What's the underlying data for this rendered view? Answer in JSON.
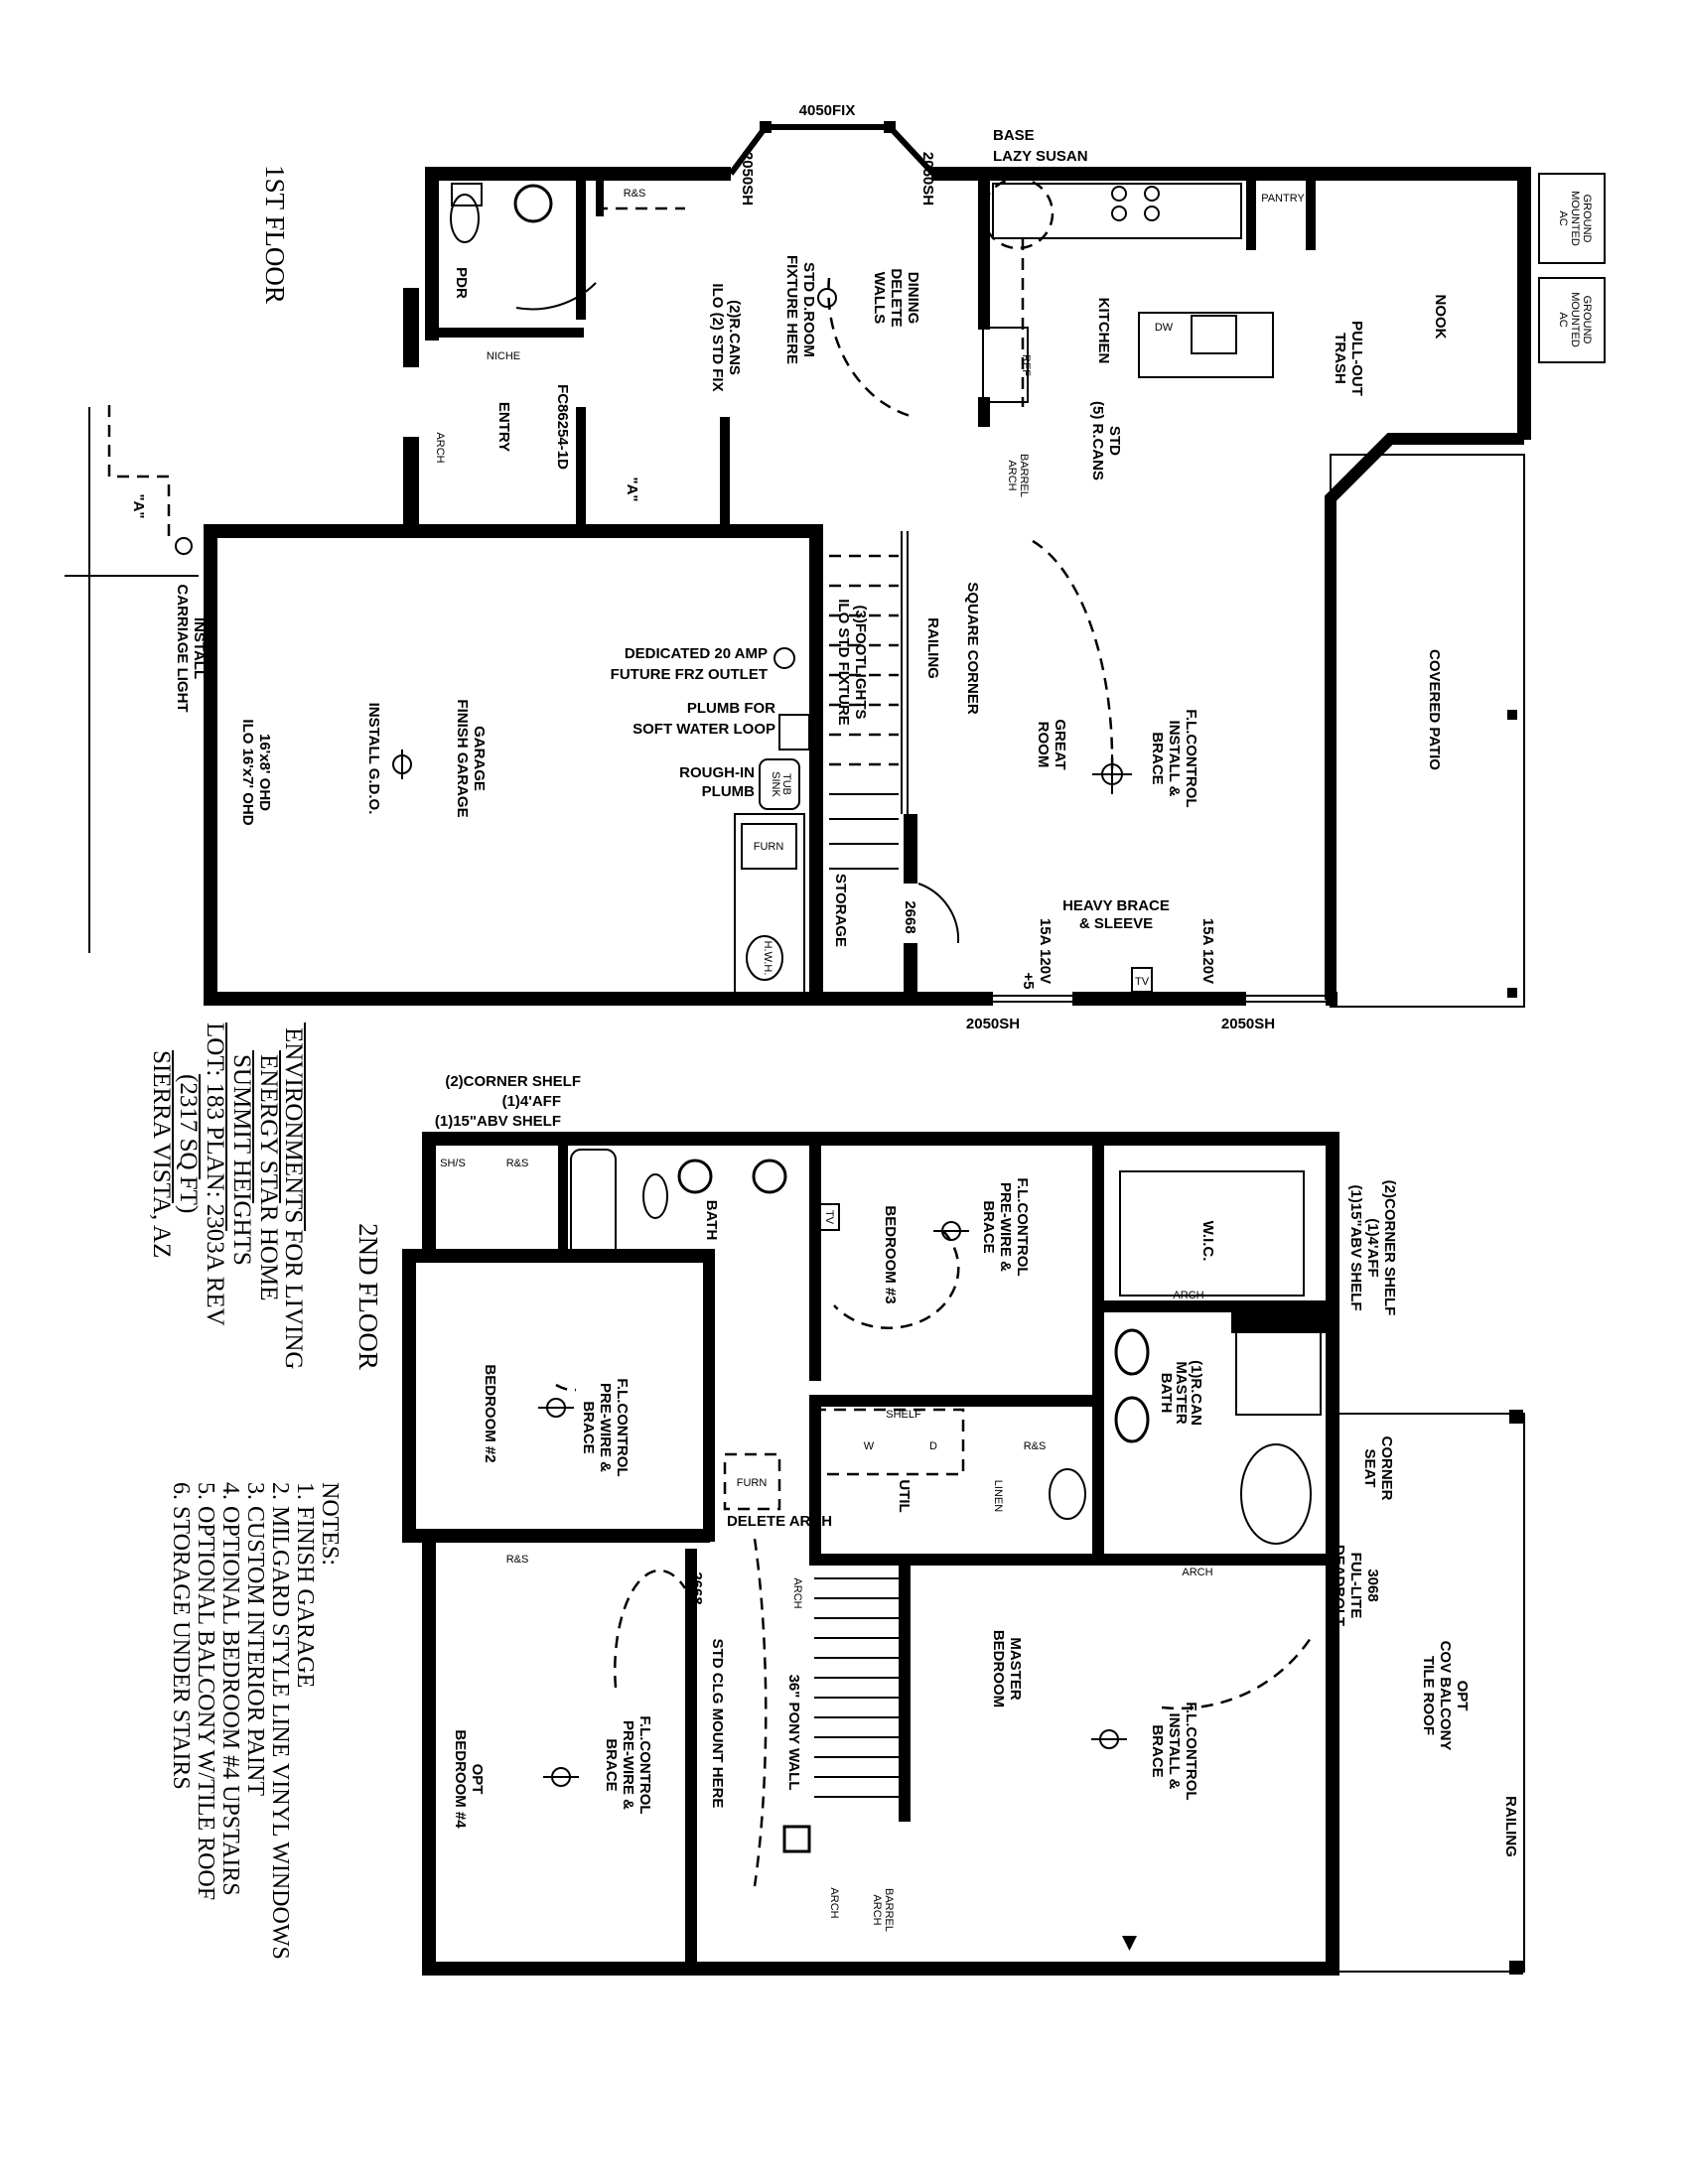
{
  "first_floor": {
    "title": "1ST FLOOR",
    "pdr": "PDR",
    "rs": "R&S",
    "niche": "NICHE",
    "entry": "ENTRY",
    "arch": "ARCH",
    "front_door": "FC86254-1D",
    "detail_a": "\"A\"",
    "detail_a2": "\"A\"",
    "dining": [
      "DINING",
      "DELETE",
      "WALLS"
    ],
    "droom_fixture": [
      "STD D.ROOM",
      "FIXTURE HERE"
    ],
    "rcans": [
      "(2)R.CANS",
      "ILO (2) STD FIX"
    ],
    "bay_window": "4050FIX",
    "bay_left": "2050SH",
    "bay_right": "2050SH",
    "lazy_susan": [
      "BASE",
      "LAZY SUSAN"
    ],
    "pantry": "PANTRY",
    "kitchen": "KITCHEN",
    "kitchen_cans": [
      "STD",
      "(5) R.CANS"
    ],
    "ref": "REF",
    "dw": "DW",
    "trash": [
      "PULL-OUT",
      "TRASH"
    ],
    "nook": "NOOK",
    "ac_units": [
      [
        "GROUND",
        "MOUNTED",
        "AC"
      ],
      [
        "GROUND",
        "MOUNTED",
        "AC"
      ]
    ],
    "barrel_arch": [
      "BARREL",
      "ARCH"
    ],
    "square_corner": "SQUARE CORNER",
    "railing": "RAILING",
    "footlights": [
      "(3)FOOTLIGHTS",
      "ILO STD FIXTURE"
    ],
    "frz_outlet": [
      "DEDICATED 20 AMP",
      "FUTURE FRZ OUTLET"
    ],
    "soft_water": [
      "PLUMB FOR",
      "SOFT WATER LOOP"
    ],
    "rough_in": [
      "ROUGH-IN",
      "PLUMB"
    ],
    "tub_sink": [
      "TUB",
      "SINK"
    ],
    "furn": "FURN",
    "hwh": "H.W.H.",
    "garage": [
      "GARAGE",
      "FINISH GARAGE"
    ],
    "gdo": "INSTALL G.D.O.",
    "ohd": [
      "16'x8' OHD",
      "ILO 16'x7' OHD"
    ],
    "carriage": [
      "INSTALL",
      "CARRIAGE LIGHT"
    ],
    "storage": "STORAGE",
    "door_2668": "2668",
    "great_room": [
      "GREAT",
      "ROOM"
    ],
    "fl_control": [
      "F.L.CONTROL",
      "INSTALL &",
      "BRACE"
    ],
    "heavy_brace": [
      "HEAVY BRACE",
      "& SLEEVE"
    ],
    "outlet_left": [
      "15A  120V",
      "+5"
    ],
    "outlet_right": "15A  120V",
    "tv": "TV",
    "window_left": "2050SH",
    "window_right": "2050SH",
    "covered_patio": "COVERED PATIO"
  },
  "second_floor": {
    "title": "2ND FLOOR",
    "corner_shelf_left": [
      "(2)CORNER SHELF",
      "(1)4'AFF",
      "(1)15\"ABV SHELF"
    ],
    "shs": "SH/S",
    "rs": "R&S",
    "bath": "BATH",
    "bedroom3": "BEDROOM #3",
    "fl_prewire": [
      "F.L.CONTROL",
      "PRE-WIRE &",
      "BRACE"
    ],
    "tv": "TV",
    "wic": "W.I.C.",
    "corner_shelf_right": [
      "(2)CORNER SHELF",
      "(1)4'AFF",
      "(1)15\"ABV SHELF"
    ],
    "arch": "ARCH",
    "master_bath": [
      "(1)R.CAN",
      "MASTER",
      "BATH"
    ],
    "corner_seat": [
      "CORNER",
      "SEAT"
    ],
    "shelf": "SHELF",
    "washer": "W",
    "dryer": "D",
    "util": "UTIL",
    "linen": "LINEN",
    "furn": "FURN",
    "delete_arch": "DELETE ARCH",
    "bedroom2": "BEDROOM #2",
    "door_2668": "2668",
    "clg_mount": "STD CLG MOUNT HERE",
    "pony_wall": "36\" PONY WALL",
    "barrel_arch": [
      "BARREL",
      "ARCH"
    ],
    "opt_bedroom4": [
      "OPT",
      "BEDROOM #4"
    ],
    "master_bedroom": [
      "MASTER",
      "BEDROOM"
    ],
    "fl_install": [
      "F.L.CONTROL",
      "INSTALL &",
      "BRACE"
    ],
    "door_3068": [
      "3068",
      "FUL-LITE",
      "DEADBOLT"
    ],
    "balcony": [
      "OPT",
      "COV BALCONY",
      "TILE ROOF"
    ],
    "railing": "RAILING"
  },
  "title_block": {
    "company": "ENVIRONMENTS FOR LIVING",
    "program": "ENERGY STAR HOME",
    "community": "SUMMIT HEIGHTS",
    "lot_plan": "LOT: 183 PLAN: 2303A REV",
    "sqft": "(2317 SQ FT)",
    "location": "SIERRA VISTA, AZ"
  },
  "notes": {
    "heading": "NOTES:",
    "items": [
      "1. FINISH GARAGE",
      "2. MILGARD STYLE LINE VINYL WINDOWS",
      "3. CUSTOM INTERIOR PAINT",
      "4. OPTIONAL BEDROOM #4 UPSTAIRS",
      "5. OPTIONAL BALCONY W/TILE ROOF",
      "6. STORAGE UNDER STAIRS"
    ]
  }
}
